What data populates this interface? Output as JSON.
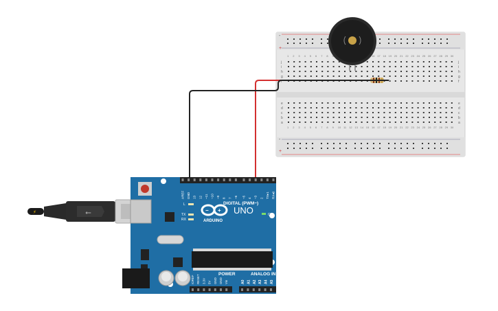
{
  "board": {
    "logo_text": "ARDUINO",
    "model_text": "UNO",
    "digital_header_label": "DIGITAL (PWM~)",
    "analog_header_label": "ANALOG IN",
    "power_header_label": "POWER",
    "on_label": "ON",
    "led_labels": [
      "L",
      "TX",
      "RX"
    ],
    "top_pin_labels": [
      "AREF",
      "GND",
      "13",
      "12",
      "~11",
      "~10",
      "~9",
      "8",
      "7",
      "~6",
      "~5",
      "4",
      "~3",
      "2",
      "TX▸1",
      "RX◂0"
    ],
    "power_pin_labels": [
      "IOREF",
      "RESET",
      "3.3V",
      "5V",
      "GND",
      "GND",
      "Vin"
    ],
    "analog_pin_labels": [
      "A0",
      "A1",
      "A2",
      "A3",
      "A4",
      "A5"
    ]
  },
  "breadboard": {
    "row_letters_top": [
      "j",
      "i",
      "h",
      "g",
      "f"
    ],
    "row_letters_bottom": [
      "e",
      "d",
      "c",
      "b",
      "a"
    ],
    "column_numbers": [
      "1",
      "2",
      "3",
      "4",
      "5",
      "6",
      "7",
      "8",
      "9",
      "10",
      "11",
      "12",
      "13",
      "14",
      "15",
      "16",
      "17",
      "18",
      "19",
      "20",
      "21",
      "22",
      "23",
      "24",
      "25",
      "26",
      "27",
      "28",
      "29",
      "30"
    ],
    "rail_plus": "+",
    "rail_minus": "-"
  },
  "wires": {
    "signal_color": "#d32f2f",
    "ground_color": "#222222"
  },
  "colors": {
    "board_blue": "#1f6ea5",
    "breadboard": "#e8e8e8",
    "buzzer": "#222222",
    "buzzer_center": "#c8a248"
  }
}
